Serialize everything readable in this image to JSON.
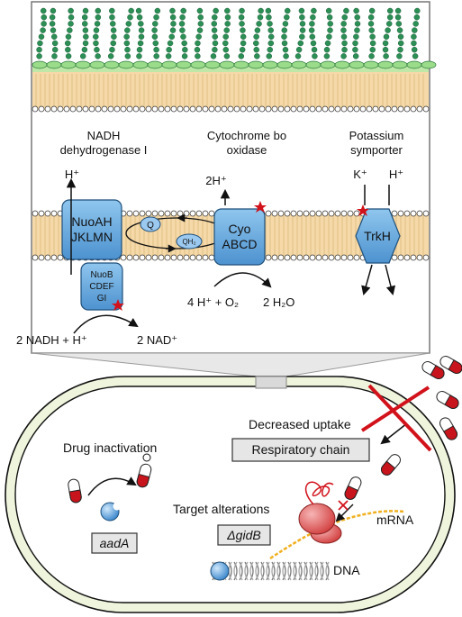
{
  "inset": {
    "complexes": {
      "nadh": {
        "title_line1": "NADH",
        "title_line2": "dehydrogenase I",
        "box_line1": "NuoAH",
        "box_line2": "JKLMN",
        "sub_line1": "NuoB",
        "sub_line2": "CDEF",
        "sub_line3": "GI",
        "proton": "H⁺",
        "left_reaction": "2 NADH + H⁺",
        "right_reaction": "2 NAD⁺"
      },
      "quinone": {
        "q": "Q",
        "qh2": "QH₂"
      },
      "cyo": {
        "title_line1": "Cytochrome bo",
        "title_line2": "oxidase",
        "box_line1": "Cyo",
        "box_line2": "ABCD",
        "proton": "2H⁺",
        "left_reaction": "4 H⁺ + O₂",
        "right_reaction": "2 H₂O"
      },
      "trkh": {
        "title_line1": "Potassium",
        "title_line2": "symporter",
        "box_label": "TrkH",
        "ion1": "K⁺",
        "ion2": "H⁺"
      }
    }
  },
  "cell": {
    "drug_inactivation_label": "Drug inactivation",
    "aada_label": "aadA",
    "decreased_uptake_label": "Decreased uptake",
    "respiratory_chain_label": "Respiratory chain",
    "target_alterations_label": "Target alterations",
    "gidb_label": "ΔgidB",
    "mrna_label": "mRNA",
    "dna_label": "DNA"
  },
  "colors": {
    "protein_blue": "#6aaee0",
    "membrane_tan": "#f6d9a8",
    "lipid_green": "#2c8f55",
    "lps_green": "#9bdc8a",
    "ribosome_red": "#e05a5a",
    "pill_red": "#c8141c",
    "cell_green": "#eef5dc"
  }
}
